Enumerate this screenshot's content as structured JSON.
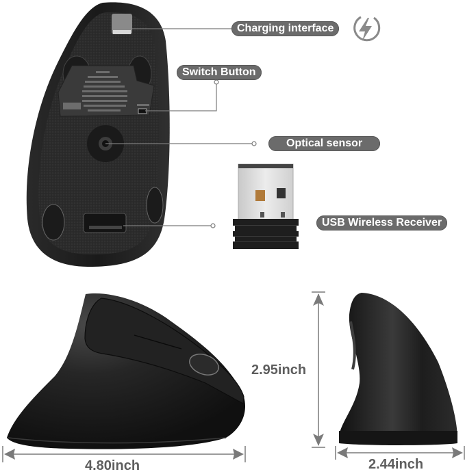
{
  "product": {
    "description": "Vertical ergonomic wireless mouse - feature and dimension diagram"
  },
  "callouts": [
    {
      "id": "charging",
      "label": "Charging interface",
      "icon": "lightning-charge-icon"
    },
    {
      "id": "switch",
      "label": "Switch Button"
    },
    {
      "id": "sensor",
      "label": "Optical sensor"
    },
    {
      "id": "receiver",
      "label": "USB Wireless Receiver"
    }
  ],
  "dimensions": {
    "length": "4.80inch",
    "height": "2.95inch",
    "width": "2.44inch"
  },
  "colors": {
    "pill_bg": "#6b6b6b",
    "pill_text": "#ffffff",
    "dimension_text": "#5e5e5e",
    "dimension_line": "#7a7a7a",
    "mouse_body": "#1c1c1c"
  }
}
